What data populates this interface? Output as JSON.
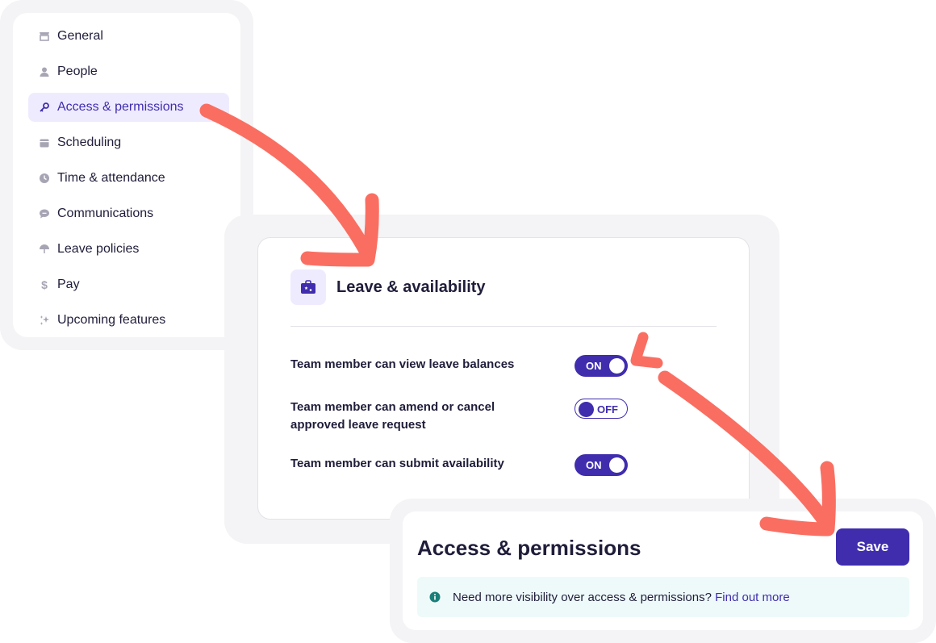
{
  "colors": {
    "accent": "#3f2dae",
    "accent_light": "#efebff",
    "arrow": "#fa6e62",
    "info_bg": "#eefafa",
    "info_icon": "#1b7f79"
  },
  "sidebar": {
    "items": [
      {
        "label": "General",
        "icon": "storefront-icon",
        "active": false
      },
      {
        "label": "People",
        "icon": "person-icon",
        "active": false
      },
      {
        "label": "Access & permissions",
        "icon": "key-icon",
        "active": true
      },
      {
        "label": "Scheduling",
        "icon": "calendar-icon",
        "active": false
      },
      {
        "label": "Time & attendance",
        "icon": "clock-icon",
        "active": false
      },
      {
        "label": "Communications",
        "icon": "chat-bubble-icon",
        "active": false
      },
      {
        "label": "Leave policies",
        "icon": "umbrella-icon",
        "active": false
      },
      {
        "label": "Pay",
        "icon": "dollar-icon",
        "active": false
      },
      {
        "label": "Upcoming features",
        "icon": "sparkle-icon",
        "active": false
      }
    ]
  },
  "leave_section": {
    "icon": "briefcase-star-icon",
    "title": "Leave & availability",
    "settings": [
      {
        "label": "Team member can view leave balances",
        "state": "ON"
      },
      {
        "label": "Team member can amend or cancel approved leave request",
        "state": "OFF"
      },
      {
        "label": "Team member can submit availability",
        "state": "ON"
      }
    ]
  },
  "access_panel": {
    "title": "Access & permissions",
    "save_label": "Save",
    "info_icon": "info-circle-icon",
    "info_text": "Need more visibility over access & permissions?",
    "info_link": "Find out more"
  }
}
